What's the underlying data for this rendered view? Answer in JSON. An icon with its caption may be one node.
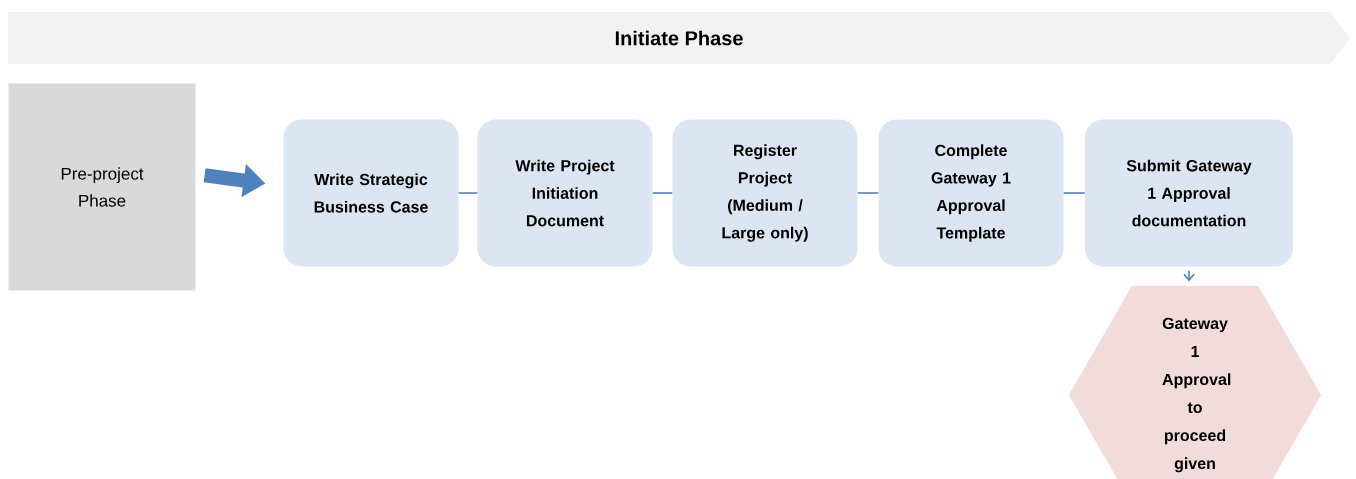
{
  "diagram": {
    "nodes": [
      {
        "text": [
          "Initiate Phase"
        ]
      },
      {
        "text": [
          "Pre-project Phase"
        ]
      },
      {
        "text": [
          "Write Strategic Business Case"
        ]
      },
      {
        "text": [
          "Write Project Initiation Document"
        ]
      },
      {
        "text": [
          "Register Project (Medium / Large only)"
        ]
      },
      {
        "text": [
          "Complete Gateway 1 Approval Template"
        ]
      },
      {
        "text": [
          "Submit Gateway 1 Approval documentation"
        ]
      },
      {
        "text": [
          "Gateway 1 Approval to proceed given"
        ]
      }
    ],
    "edges": [
      {
        "from": 1,
        "to": 2,
        "arrow": "to",
        "style": "thick"
      },
      {
        "from": 2,
        "to": 3,
        "arrow": "none"
      },
      {
        "from": 3,
        "to": 4,
        "arrow": "none"
      },
      {
        "from": 4,
        "to": 5,
        "arrow": "none"
      },
      {
        "from": 5,
        "to": 6,
        "arrow": "none"
      },
      {
        "from": 6,
        "to": 7,
        "arrow": "to"
      }
    ]
  }
}
